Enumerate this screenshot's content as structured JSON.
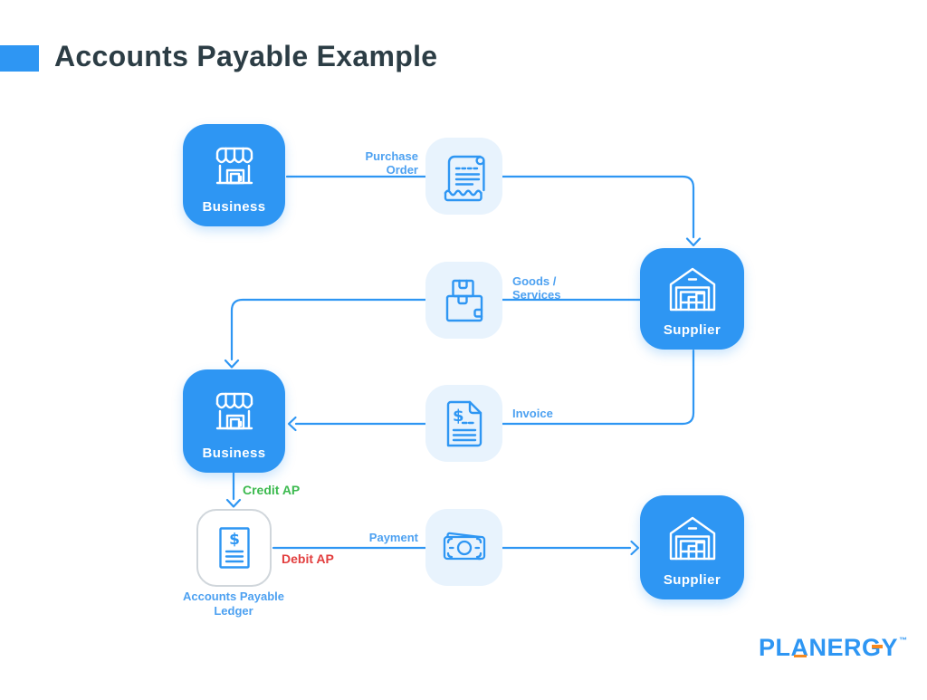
{
  "header": {
    "title": "Accounts Payable Example"
  },
  "nodes": {
    "business_top": {
      "label": "Business"
    },
    "supplier_right": {
      "label": "Supplier"
    },
    "business_middle": {
      "label": "Business"
    },
    "supplier_bottom": {
      "label": "Supplier"
    }
  },
  "ledger": {
    "label_line1": "Accounts Payable",
    "label_line2": "Ledger"
  },
  "flow_labels": {
    "purchase_order": {
      "line1": "Purchase",
      "line2": "Order"
    },
    "goods_services": {
      "line1": "Goods /",
      "line2": "Services"
    },
    "invoice": "Invoice",
    "credit_ap": "Credit AP",
    "debit_ap": "Debit AP",
    "payment": "Payment"
  },
  "icons": {
    "business": "storefront-icon",
    "supplier": "warehouse-icon",
    "purchase_order": "receipt-icon",
    "goods_services": "package-icon",
    "invoice": "invoice-document-icon",
    "ledger": "ledger-document-icon",
    "payment": "cash-icon"
  },
  "colors": {
    "node_blue": "#2e96f3",
    "icon_tile_bg": "#e8f3fd",
    "flow_label_blue": "#4da1f1",
    "credit_green": "#3cba4f",
    "debit_red": "#e23e3e",
    "title_dark": "#2c3d45",
    "ledger_border": "#d0d6db",
    "logo_blue": "#2e96f3",
    "logo_orange": "#f6891f"
  },
  "logo": {
    "text": "PLANERGY",
    "trademark": "™"
  }
}
